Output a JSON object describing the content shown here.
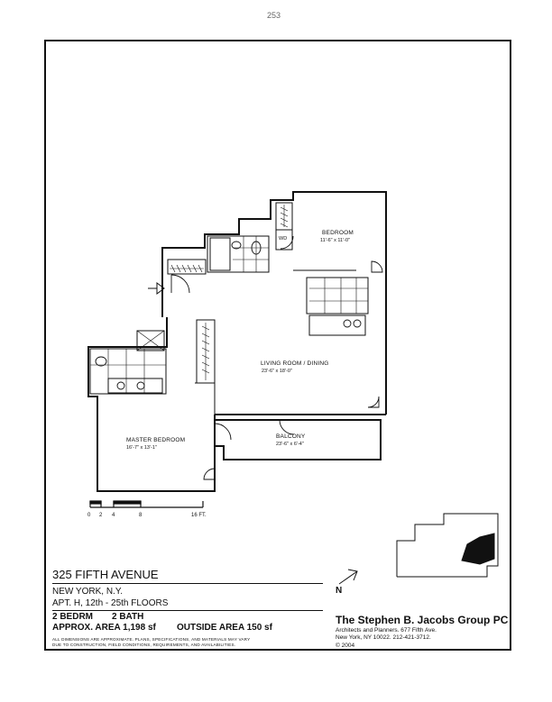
{
  "page_number": "253",
  "rooms": {
    "bedroom": {
      "name": "BEDROOM",
      "dims": "11'-6\" x 11'-0\""
    },
    "wd": "WD",
    "living": {
      "name": "LIVING ROOM / DINING",
      "dims": "23'-6\" x 18'-0\""
    },
    "master": {
      "name": "MASTER BEDROOM",
      "dims": "16'-7\" x 13'-1\""
    },
    "balcony": {
      "name": "BALCONY",
      "dims": "23'-6\" x 6'-4\""
    }
  },
  "scale": {
    "ticks": [
      "0",
      "2",
      "4",
      "8",
      "16 FT."
    ]
  },
  "building": {
    "address": "325 FIFTH AVENUE",
    "city": "NEW YORK, N.Y.",
    "apt": "APT. H, 12th - 25th FLOORS"
  },
  "specs": {
    "bedrooms": "2 BEDRM",
    "baths": "2 BATH",
    "approx_area": "APPROX.  AREA 1,198 sf",
    "outside_area": "OUTSIDE AREA 150 sf"
  },
  "disclaimer": "ALL DIMENSIONS ARE APPROXIMATE. PLANS, SPECIFICATIONS, AND MATERIALS MAY VARY DUE TO CONSTRUCTION, FIELD CONDITIONS, REQUIREMENTS, AND AVAILABILITIES.",
  "compass": "N",
  "firm": {
    "name": "The Stephen B. Jacobs Group PC",
    "line1": "Architects and Planners. 677 Fifth Ave.",
    "line2": "New York, NY 10022. 212-421-3712.",
    "copyright": "© 2004"
  }
}
